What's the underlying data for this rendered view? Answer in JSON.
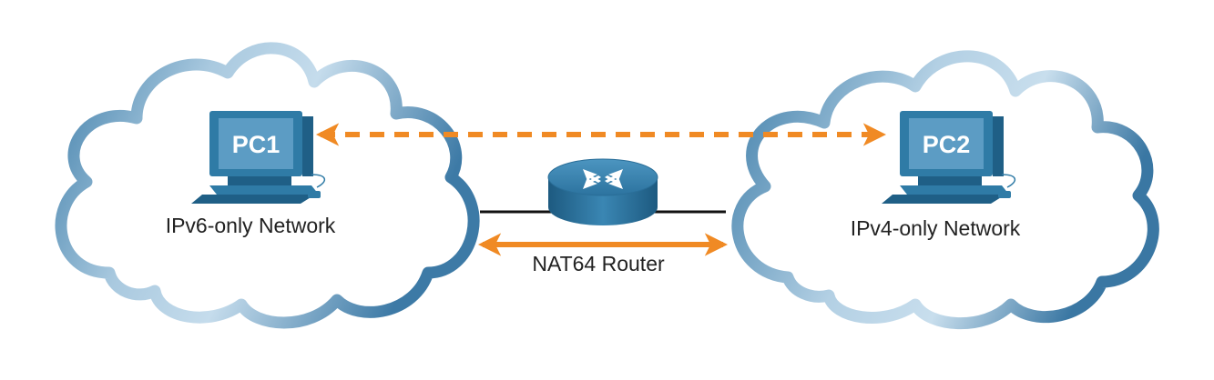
{
  "networks": {
    "left": {
      "label": "IPv6-only Network"
    },
    "right": {
      "label": "IPv4-only Network"
    }
  },
  "devices": {
    "pc1": {
      "label": "PC1"
    },
    "pc2": {
      "label": "PC2"
    },
    "router": {
      "label": "NAT64 Router"
    }
  },
  "colors": {
    "cloud_stroke": "#4a86b0",
    "cloud_stroke_light": "#b9d3e5",
    "arrow": "#f08a24",
    "device_dark": "#1f5f86",
    "device_mid": "#2f7ba6",
    "device_light": "#5c9cc4",
    "link": "#111111"
  }
}
